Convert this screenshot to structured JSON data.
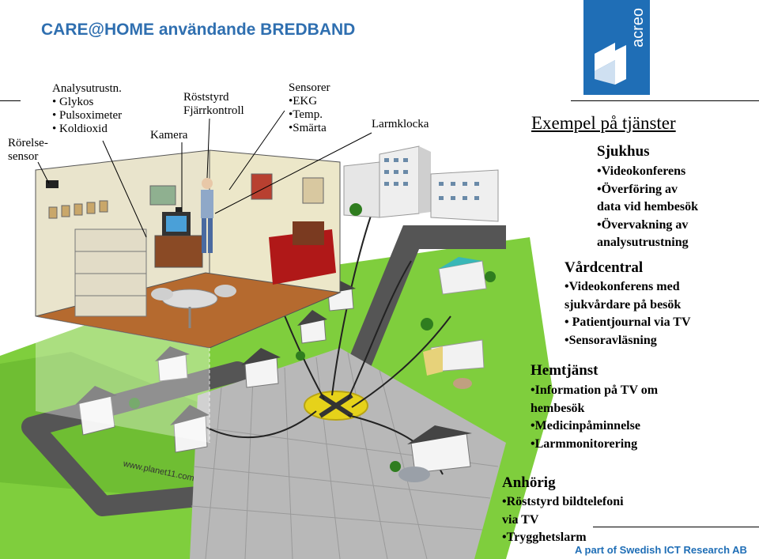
{
  "title": "CARE@HOME användande BREDBAND",
  "logo": {
    "text": "acreo",
    "color": "#1f6eb6"
  },
  "labels": {
    "analys": [
      "Analysutrustn.",
      "• Glykos",
      "• Pulsoximeter",
      "• Koldioxid"
    ],
    "rorelse": [
      "Rörelse-",
      "sensor"
    ],
    "kamera": "Kamera",
    "roststyrd": [
      "Röststyrd",
      "Fjärrkontroll"
    ],
    "sensorer": [
      "Sensorer",
      "•EKG",
      "•Temp.",
      "•Smärta"
    ],
    "larmklocka": "Larmklocka"
  },
  "services": {
    "title": "Exempel på tjänster",
    "sjukhus": {
      "heading": "Sjukhus",
      "items": [
        "•Videokonferens",
        "•Överföring av",
        "data vid hembesök",
        "•Övervakning av",
        " analysutrustning"
      ]
    },
    "vardcentral": {
      "heading": "Vårdcentral",
      "items": [
        "•Videokonferens med",
        "  sjukvårdare på besök",
        "• Patientjournal via TV",
        "•Sensoravläsning"
      ]
    },
    "hemtjanst": {
      "heading": "Hemtjänst",
      "items": [
        "•Information på TV om",
        "hembesök",
        "•Medicinpåminnelse",
        "•Larmmonitorering"
      ]
    },
    "anhorig": {
      "heading": "Anhörig",
      "items": [
        "•Röststyrd bildtelefoni",
        "  via TV",
        "•Trygghetslarm"
      ]
    }
  },
  "watermark": "www.planet11.com",
  "footer": "A part of Swedish ICT Research AB"
}
